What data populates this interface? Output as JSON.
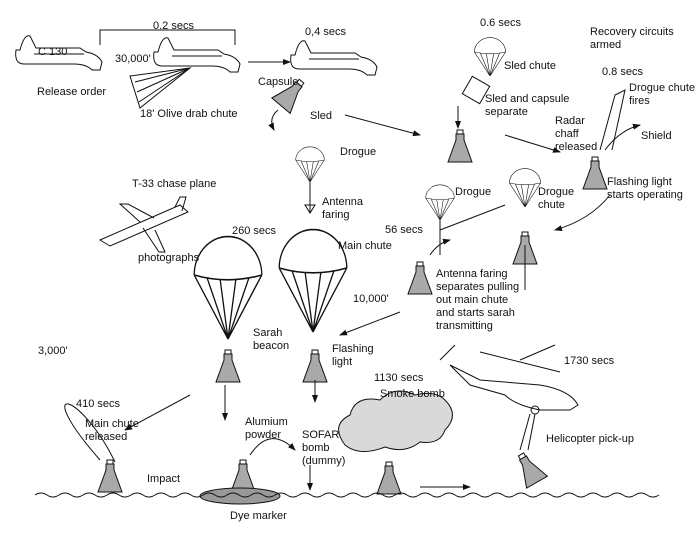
{
  "labels": {
    "c130": "C 130",
    "t02": "0.2 secs",
    "alt30000": "30,000'",
    "release_order": "Release order",
    "olive_chute": "18' Olive drab chute",
    "t04": "0,4 secs",
    "capsule": "Capsule",
    "sled": "Sled",
    "t06": "0.6 secs",
    "recovery": "Recovery circuits\narmed",
    "sled_chute": "Sled chute",
    "t08": "0.8 secs",
    "drogue_fires": "Drogue chute\nfires",
    "sled_separate": "Sled and capsule\nseparate",
    "radar_chaff": "Radar\nchaff\nreleased",
    "shield": "Shield",
    "flashing_starts": "Flashing light\nstarts operating",
    "drogue1": "Drogue",
    "t33": "T-33 chase plane",
    "antenna": "Antenna\nfaring",
    "drogue2": "Drogue",
    "drogue_chute": "Drogue\nchute",
    "t260": "260 secs",
    "t56": "56 secs",
    "main_chute": "Main chute",
    "photographs": "photographs",
    "antenna_sep": "Antenna faring\nseparates pulling\nout main chute\nand starts sarah\ntransmitting",
    "alt10000": "10,000'",
    "sarah": "Sarah\nbeacon",
    "alt3000": "3,000'",
    "flashing_light": "Flashing\nlight",
    "t1730": "1730 secs",
    "t1130": "1130 secs",
    "t410": "410 secs",
    "smoke_bomb": "Smoke bomb",
    "main_released": "Main chute\nreleased",
    "alumium": "Alumium\npowder",
    "sofar": "SOFAR\nbomb\n(dummy)",
    "heli_pickup": "Helicopter pick-up",
    "impact": "Impact",
    "dye": "Dye marker"
  },
  "colors": {
    "capsule": "#a9a9a9",
    "ink": "#111111",
    "cloud": "#d9d9d9"
  }
}
